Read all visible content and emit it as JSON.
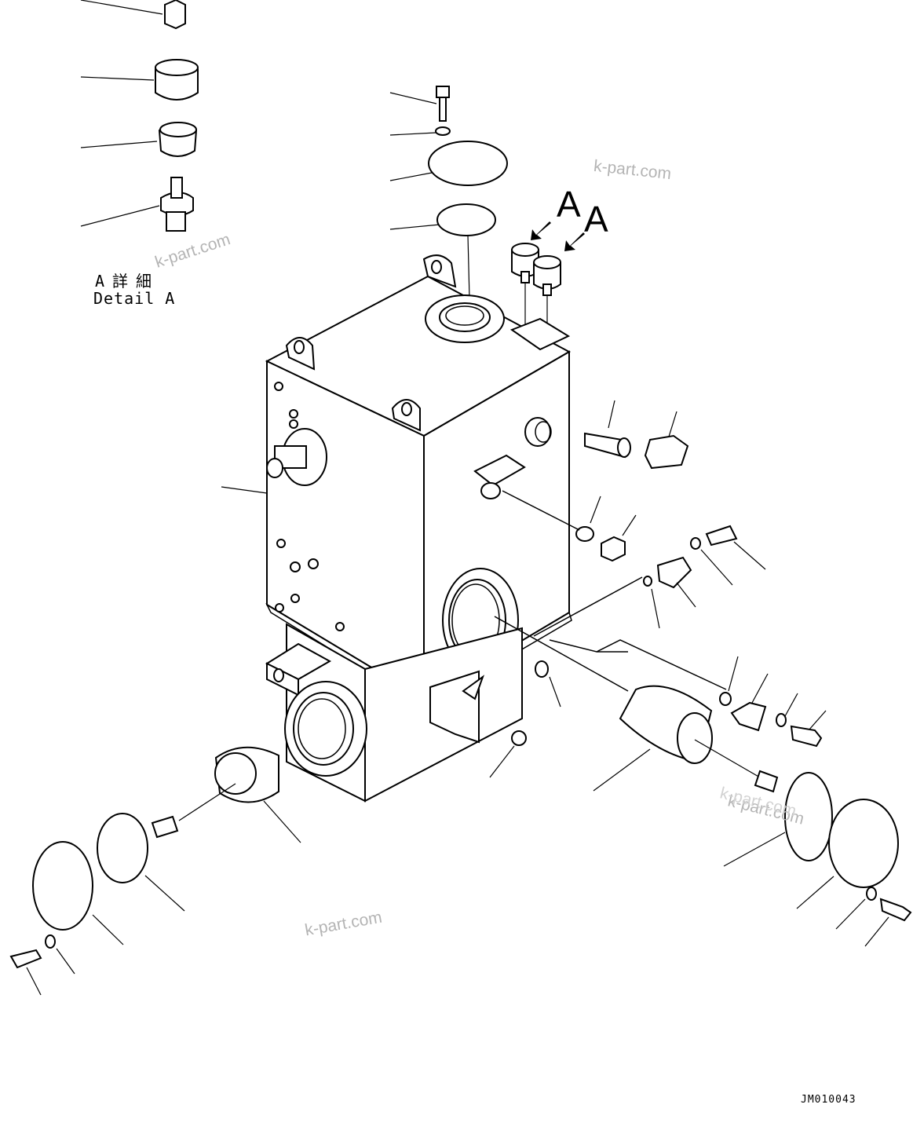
{
  "detail": {
    "jp": "A詳細",
    "en": "Detail A"
  },
  "view_marks": [
    "A",
    "A"
  ],
  "watermarks": [
    "k-part.com",
    "k-part.com",
    "k-part.com",
    "k-part.com",
    "k-part.com"
  ],
  "drawing_code": "JM010043"
}
